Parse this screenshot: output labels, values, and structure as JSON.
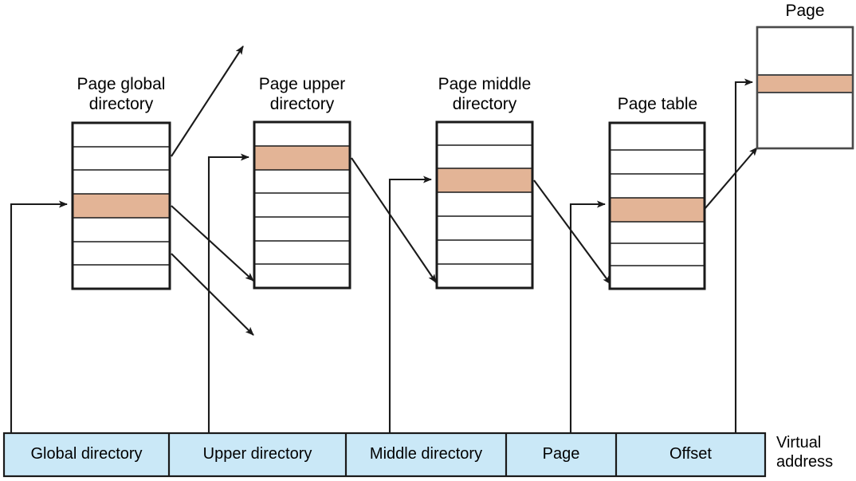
{
  "diagram": {
    "title_page": "Page",
    "tables": [
      {
        "id": "page-global-directory",
        "label": "Page global\ndirectory",
        "rows": 7,
        "highlight_row": 4
      },
      {
        "id": "page-upper-directory",
        "label": "Page upper\ndirectory",
        "rows": 7,
        "highlight_row": 2
      },
      {
        "id": "page-middle-directory",
        "label": "Page middle\ndirectory",
        "rows": 7,
        "highlight_row": 3
      },
      {
        "id": "page-table",
        "label": "Page table",
        "rows": 7,
        "highlight_row": 4
      }
    ],
    "page_frame": {
      "id": "page-frame",
      "label": "Page",
      "highlight_band": true
    },
    "virtual_address": {
      "caption": "Virtual\naddress",
      "segments": [
        {
          "id": "global-directory",
          "label": "Global directory"
        },
        {
          "id": "upper-directory",
          "label": "Upper directory"
        },
        {
          "id": "middle-directory",
          "label": "Middle directory"
        },
        {
          "id": "page",
          "label": "Page"
        },
        {
          "id": "offset",
          "label": "Offset"
        }
      ]
    },
    "colors": {
      "highlight": "#E3B496",
      "address_bar": "#CAE8F7",
      "stroke": "#1a1a1a",
      "text": "#000000"
    }
  }
}
